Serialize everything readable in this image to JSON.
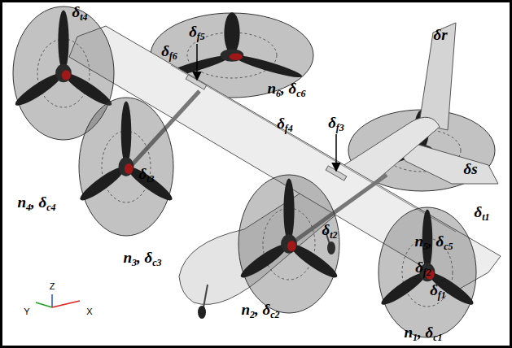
{
  "diagram": {
    "labels": [
      "δt4",
      "δf5",
      "δr",
      "δf6",
      "n6, δc6",
      "δf3",
      "δf4",
      "δs",
      "δt3",
      "n4, δc4",
      "n5, δc5",
      "δt2",
      "δt1",
      "n3, δc3",
      "δf2",
      "δf1",
      "Z",
      "n2, δc2",
      "Y",
      "X",
      "n1, δc1"
    ]
  }
}
